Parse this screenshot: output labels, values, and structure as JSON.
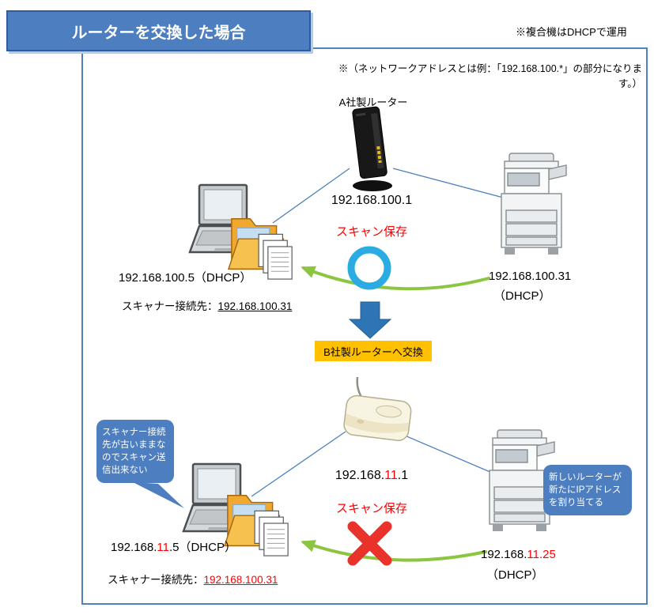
{
  "page": {
    "title": "ルーターを交換した場合",
    "top_note": "※複合機はDHCPで運用",
    "network_note": "※（ネットワークアドレスとは例：「192.168.100.*」の部分になります。）"
  },
  "before": {
    "router_label": "A社製ルーター",
    "router_ip": "192.168.100.1",
    "scan_label": "スキャン保存",
    "pc_ip": "192.168.100.5（DHCP）",
    "scanner_dest_label": "スキャナー接続先：",
    "scanner_dest_ip": "192.168.100.31",
    "mfp_ip": "192.168.100.31",
    "mfp_dhcp": "（DHCP）"
  },
  "transition": {
    "button_label": "B社製ルーターへ交換"
  },
  "after": {
    "router_ip_prefix": "192.168.",
    "router_ip_changed": "11",
    "router_ip_suffix": ".1",
    "scan_label": "スキャン保存",
    "pc_ip_prefix": "192.168.",
    "pc_ip_changed": "11",
    "pc_ip_suffix": ".5（DHCP）",
    "scanner_dest_label": "スキャナー接続先：",
    "scanner_dest_ip": "192.168.100.31",
    "mfp_ip_prefix": "192.168.",
    "mfp_ip_changed": "11.25",
    "mfp_dhcp": "（DHCP）",
    "bubble_pc": "スキャナー接続先が古いままなのでスキャン送信出来ない",
    "bubble_mfp": "新しいルーターが新たにIPアドレスを割り当てる"
  },
  "colors": {
    "accent_blue": "#4D7EBF",
    "ring_blue": "#2AACE2",
    "arrow_green": "#8CC641",
    "text_red": "#FF0000",
    "cross_red": "#E8322A",
    "replace_orange": "#FFC000",
    "down_arrow_blue": "#2E75B6"
  }
}
